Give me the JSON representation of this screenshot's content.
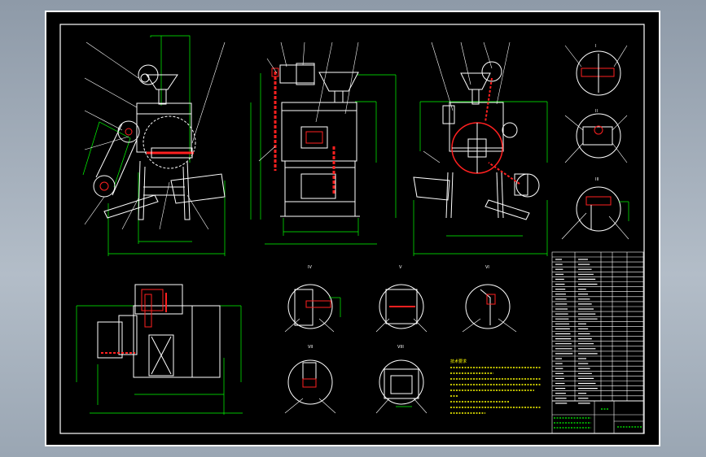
{
  "drawing": {
    "background": "#000000",
    "frame_color": "#ffffff",
    "dim_color": "#00ff00",
    "hatch_color": "#ff2020",
    "leader_color": "#ffffff",
    "accent": "#ffff00"
  },
  "views": [
    {
      "name": "front-view"
    },
    {
      "name": "side-view"
    },
    {
      "name": "rear-view"
    },
    {
      "name": "top-view"
    }
  ],
  "details": [
    {
      "label": "I"
    },
    {
      "label": "II"
    },
    {
      "label": "III"
    },
    {
      "label": "IV"
    },
    {
      "label": "V"
    },
    {
      "label": "VI"
    },
    {
      "label": "VII"
    },
    {
      "label": "VIII"
    }
  ],
  "notes": {
    "title": "技术要求"
  }
}
